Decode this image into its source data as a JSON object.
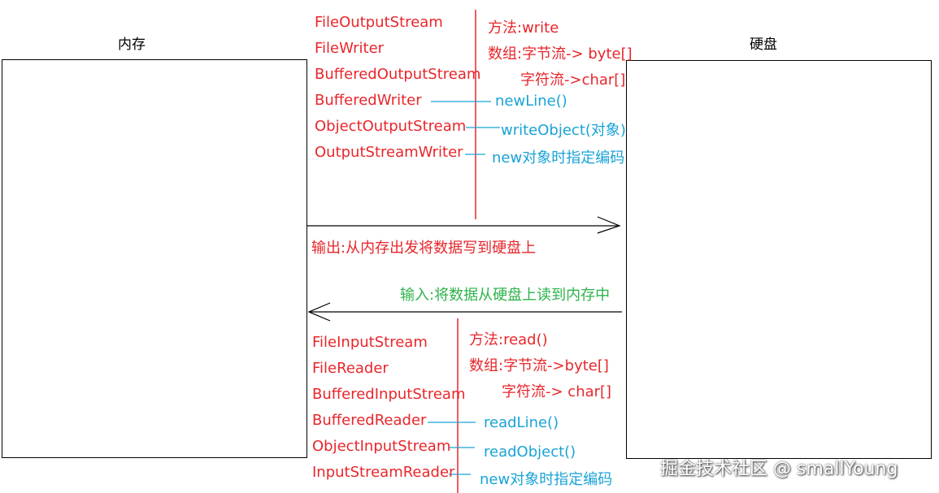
{
  "memory_label": "内存",
  "disk_label": "硬盘",
  "output": {
    "classes": [
      "FileOutputStream",
      "FileWriter",
      "BufferedOutputStream",
      "BufferedWriter",
      "ObjectOutputStream",
      "OutputStreamWriter"
    ],
    "method": "方法:write",
    "array_byte": "数组:字节流-> byte[]",
    "array_char": "字符流->char[]",
    "newline": "newLine()",
    "write_object": "writeObject(对象)",
    "encoding": "new对象时指定编码",
    "description": "输出:从内存出发将数据写到硬盘上"
  },
  "input": {
    "description": "输入:将数据从硬盘上读到内存中",
    "classes": [
      "FileInputStream",
      "FileReader",
      "BufferedInputStream",
      "BufferedReader",
      "ObjectInputStream",
      "InputStreamReader"
    ],
    "method": "方法:read()",
    "array_byte": "数组:字节流->byte[]",
    "array_char": "字符流-> char[]",
    "readline": "readLine()",
    "read_object": "readObject()",
    "encoding": "new对象时指定编码"
  },
  "watermark": "掘金技术社区 @ smallYoung",
  "colors": {
    "red": "#e8262b",
    "blue": "#1aa3d6",
    "green": "#2db34a",
    "line": "#000000"
  }
}
